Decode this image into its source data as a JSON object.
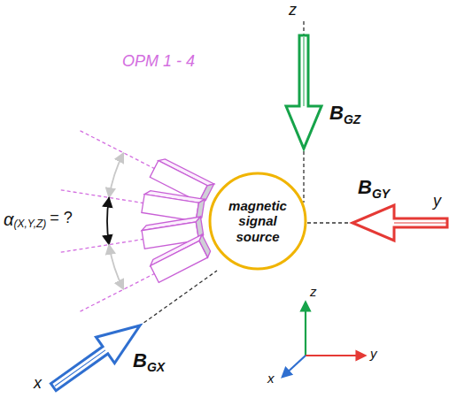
{
  "diagram": {
    "nodes": [
      {
        "text": [
          "magnetic signal source"
        ]
      }
    ],
    "labels": [
      "z",
      "y",
      "x",
      "B",
      "GZ",
      "B",
      "GY",
      "B",
      "GX",
      "OPM 1 - 4",
      "α",
      "(X,Y,Z)",
      "= ?",
      "z",
      "y",
      "x"
    ]
  }
}
